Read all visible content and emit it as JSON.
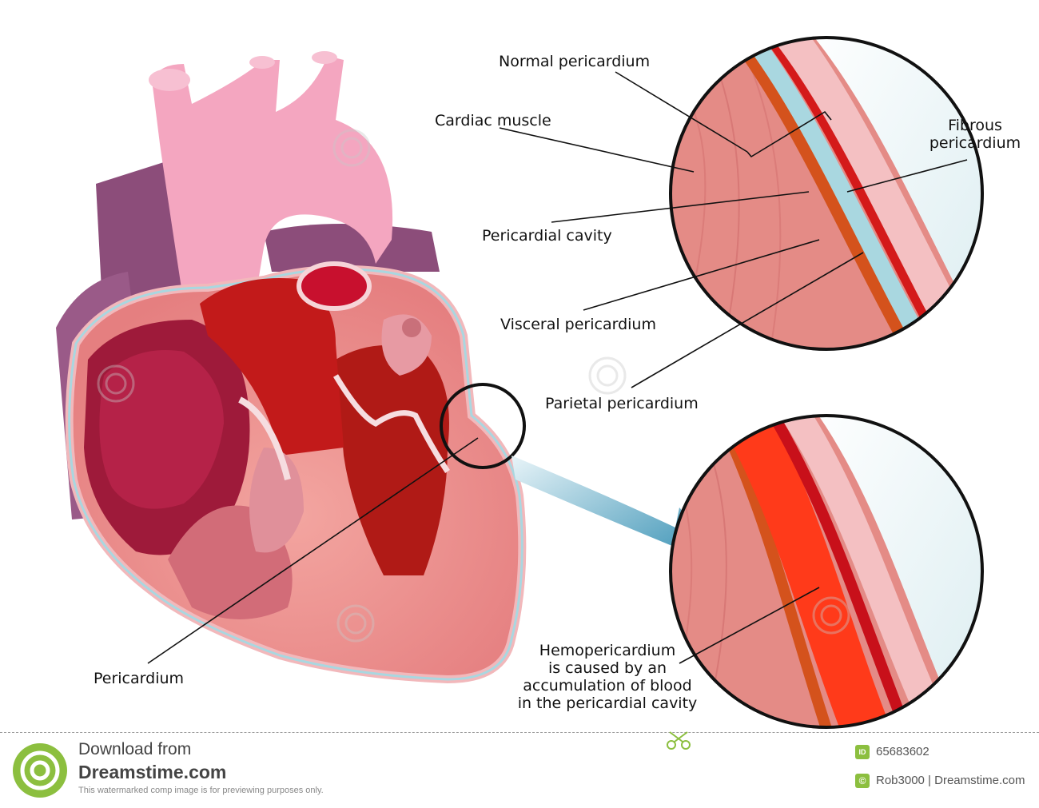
{
  "labels": {
    "normal_pericardium": "Normal pericardium",
    "cardiac_muscle": "Cardiac muscle",
    "fibrous_pericardium_1": "Fibrous",
    "fibrous_pericardium_2": "pericardium",
    "pericardial_cavity": "Pericardial cavity",
    "visceral_pericardium": "Visceral pericardium",
    "parietal_pericardium": "Parietal pericardium",
    "pericardium": "Pericardium",
    "hemo_1": "Hemopericardium",
    "hemo_2": "is caused by an",
    "hemo_3": "accumulation of blood",
    "hemo_4": "in the pericardial cavity"
  },
  "footer": {
    "download_line": "Download from",
    "site": "Dreamstime.com",
    "disclaimer": "This watermarked comp image is for previewing purposes only.",
    "id_badge": "ID",
    "image_id": "65683602",
    "credit_badge": "©",
    "credit": "Rob3000 | Dreamstime.com"
  },
  "colors": {
    "muscle": "#d85a5e",
    "muscle_light": "#e98a86",
    "fluid_blue": "#a9d7e0",
    "parietal_red": "#d41a1a",
    "visceral_orange": "#d4521c",
    "fibrous_pink": "#f2b4b6",
    "blood": "#ff3a1a",
    "aorta_pink": "#f4a6c0",
    "vein_purple": "#8c4d7a",
    "arrow_blue": "#2d8bb0",
    "brand_green": "#8cbf3f"
  }
}
